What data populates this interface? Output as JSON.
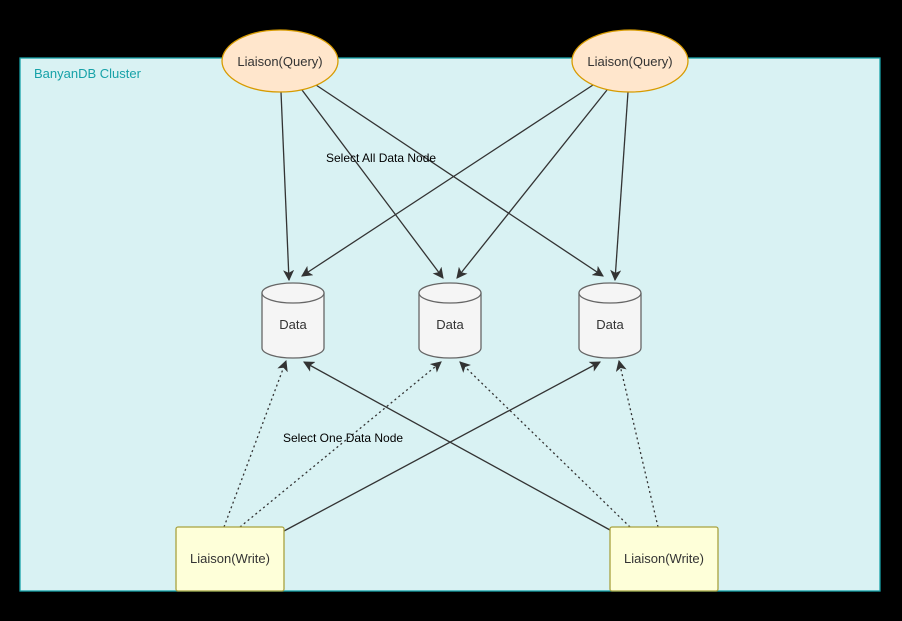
{
  "diagram": {
    "cluster_label": "BanyanDB Cluster",
    "query_nodes": [
      {
        "label": "Liaison(Query)"
      },
      {
        "label": "Liaison(Query)"
      }
    ],
    "data_nodes": [
      {
        "label": "Data"
      },
      {
        "label": "Data"
      },
      {
        "label": "Data"
      }
    ],
    "write_nodes": [
      {
        "label": "Liaison(Write)"
      },
      {
        "label": "Liaison(Write)"
      }
    ],
    "edge_labels": {
      "select_all": "Select All Data Node",
      "select_one": "Select One Data Node"
    },
    "colors": {
      "background": "#000000",
      "cluster_fill": "#d9f2f3",
      "cluster_stroke": "#17a2a8",
      "query_fill": "#ffe6cc",
      "query_stroke": "#d79b00",
      "data_fill": "#f5f5f5",
      "data_stroke": "#666666",
      "write_fill": "#feffd9",
      "write_stroke": "#a8a23f",
      "edge": "#333333"
    }
  }
}
